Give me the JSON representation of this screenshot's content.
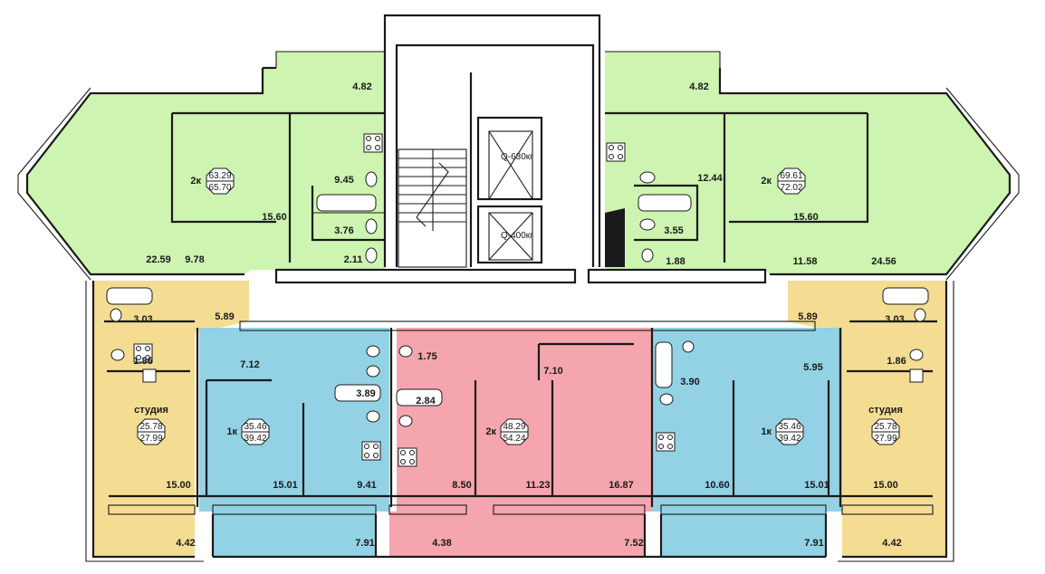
{
  "colors": {
    "green": "#cdf4b0",
    "yellow": "#f4dd93",
    "blue": "#93d2e4",
    "pink": "#f5a5ae",
    "wall": "#1a1a1a",
    "core": "#ffffff"
  },
  "elevators": {
    "large": "Q-630кг",
    "small": "Q-400кг"
  },
  "apartments": {
    "green_left": {
      "type": "2к",
      "living": "63.29",
      "total": "65.70"
    },
    "green_right": {
      "type": "2к",
      "living": "69.61",
      "total": "72.02"
    },
    "studio_left": {
      "type": "студия",
      "living": "25.78",
      "total": "27.99"
    },
    "studio_right": {
      "type": "студия",
      "living": "25.78",
      "total": "27.99"
    },
    "blue_left": {
      "type": "1к",
      "living": "35.46",
      "total": "39.42"
    },
    "blue_right": {
      "type": "1к",
      "living": "35.46",
      "total": "39.42"
    },
    "pink": {
      "type": "2к",
      "living": "48.29",
      "total": "54.24"
    }
  },
  "rooms": {
    "gl_balcony": "4.82",
    "gl_kitchen": "9.45",
    "gl_bath": "3.76",
    "gl_wc": "2.11",
    "gl_room_upper": "15.60",
    "gl_room_big": "22.59",
    "gl_hall": "9.78",
    "gr_balcony": "4.82",
    "gr_kitchen": "12.44",
    "gr_bath": "3.55",
    "gr_wc": "1.88",
    "gr_room_upper": "15.60",
    "gr_hall": "11.58",
    "gr_room_big": "24.56",
    "yl_bath": "3.03",
    "yl_hall": "5.89",
    "yl_wc": "1.86",
    "yl_room": "15.00",
    "yl_balcony": "4.42",
    "yr_hall": "5.89",
    "yr_bath": "3.03",
    "yr_wc": "1.86",
    "yr_room": "15.00",
    "yr_balcony": "4.42",
    "bl_hall": "7.12",
    "bl_bath": "3.89",
    "bl_room": "15.01",
    "bl_kitchen": "9.41",
    "bl_balcony": "7.91",
    "pk_wc": "1.75",
    "pk_hall": "7.10",
    "pk_bath": "2.84",
    "pk_kitchen": "8.50",
    "pk_room_mid": "11.23",
    "pk_room_big": "16.87",
    "pk_balcony_left": "4.38",
    "pk_balcony_right": "7.52",
    "br_bath": "3.90",
    "br_hall": "5.95",
    "br_kitchen": "10.60",
    "br_room": "15.01",
    "br_balcony": "7.91"
  }
}
